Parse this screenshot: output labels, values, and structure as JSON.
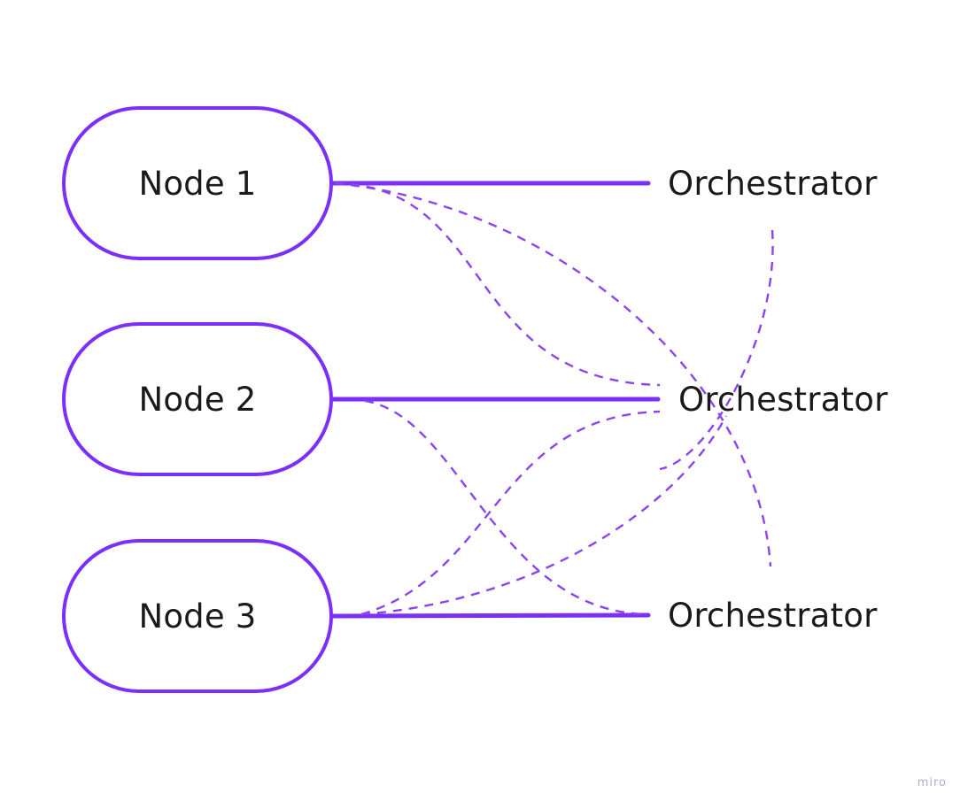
{
  "diagram": {
    "nodes": [
      {
        "label": "Node 1"
      },
      {
        "label": "Node 2"
      },
      {
        "label": "Node 3"
      }
    ],
    "orchestrators": [
      {
        "label": "Orchestrator"
      },
      {
        "label": "Orchestrator"
      },
      {
        "label": "Orchestrator"
      }
    ],
    "connections": [
      {
        "from": "Node 1",
        "to": "Orchestrator 1",
        "style": "solid"
      },
      {
        "from": "Node 2",
        "to": "Orchestrator 2",
        "style": "solid"
      },
      {
        "from": "Node 3",
        "to": "Orchestrator 3",
        "style": "solid"
      },
      {
        "from": "Node 1",
        "to": "Orchestrator 2",
        "style": "dashed"
      },
      {
        "from": "Node 1",
        "to": "Orchestrator 3",
        "style": "dashed"
      },
      {
        "from": "Node 2",
        "to": "Orchestrator 3",
        "style": "dashed"
      },
      {
        "from": "Node 3",
        "to": "Orchestrator 2",
        "style": "dashed"
      },
      {
        "from": "Node 3",
        "to": "Orchestrator 1",
        "style": "dashed"
      },
      {
        "from": "Orchestrator 1",
        "to": "Orchestrator 3",
        "style": "dashed"
      }
    ],
    "colors": {
      "accent": "#7b2ff7",
      "dashed": "#8a45f0",
      "text": "#1a1a1a"
    }
  },
  "watermark": {
    "text": "miro"
  }
}
